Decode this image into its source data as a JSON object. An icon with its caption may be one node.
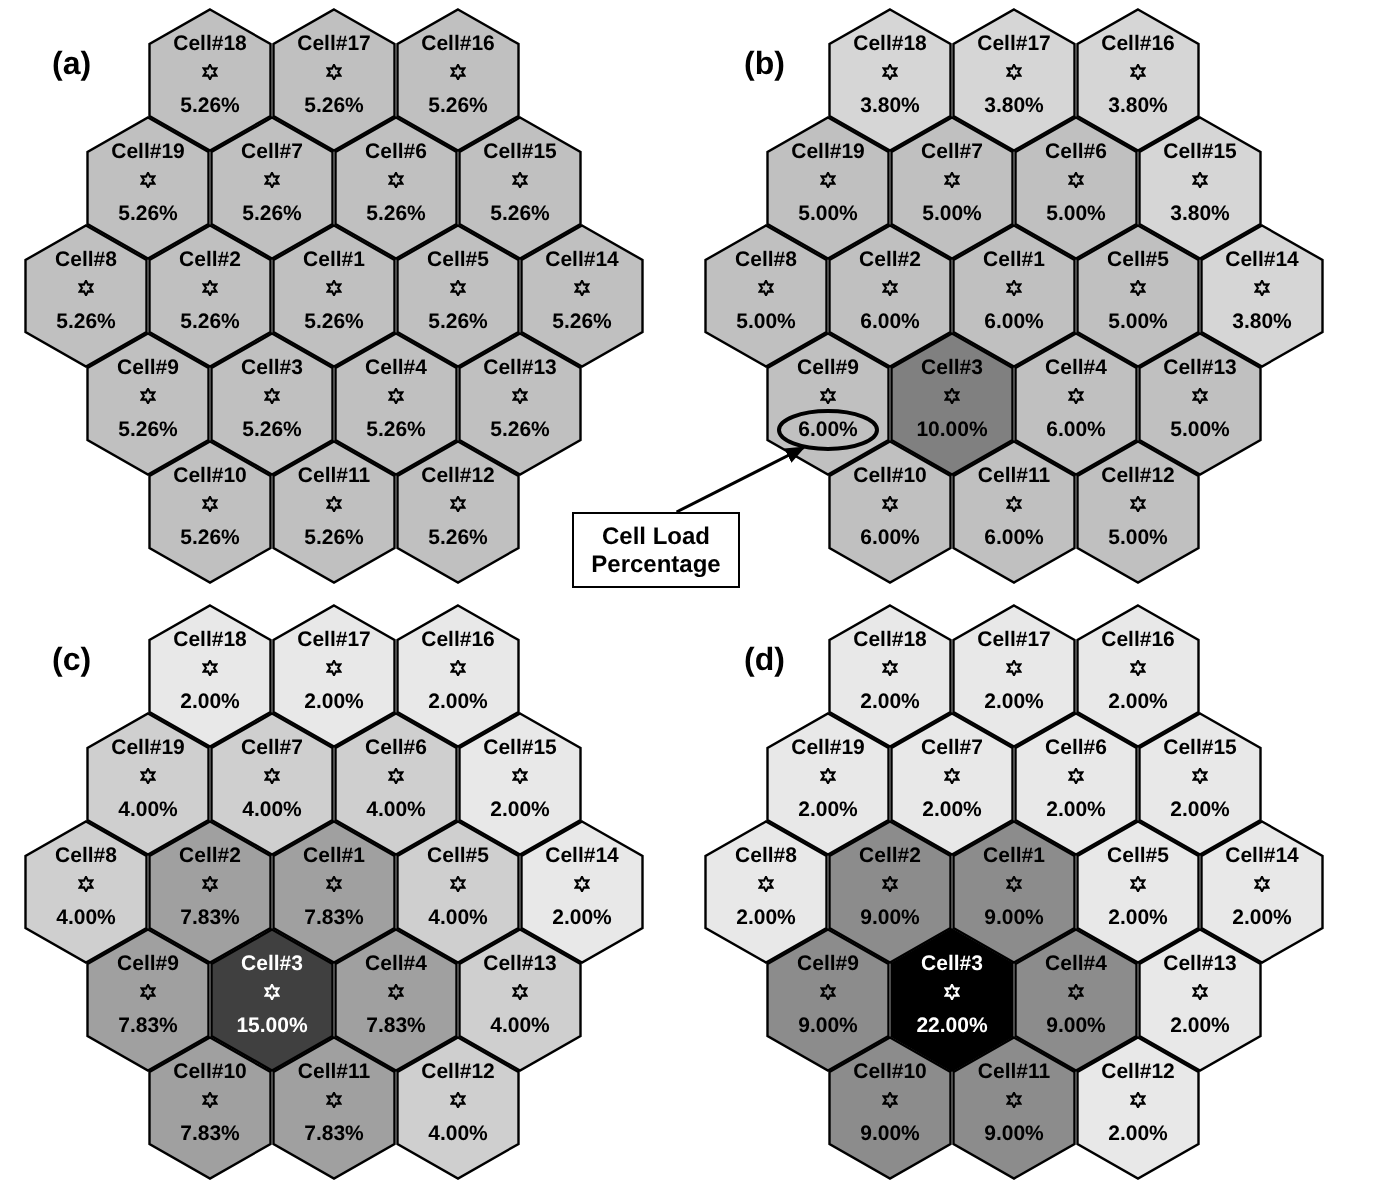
{
  "diagram": {
    "nodes": [
      {
        "text": [
          "Cell#18",
          "5.26%"
        ]
      },
      {
        "text": [
          "Cell#17",
          "5.26%"
        ]
      },
      {
        "text": [
          "Cell#16",
          "5.26%"
        ]
      },
      {
        "text": [
          "Cell#19",
          "5.26%"
        ]
      },
      {
        "text": [
          "Cell#7",
          "5.26%"
        ]
      },
      {
        "text": [
          "Cell#6",
          "5.26%"
        ]
      },
      {
        "text": [
          "Cell#15",
          "5.26%"
        ]
      },
      {
        "text": [
          "Cell#8",
          "5.26%"
        ]
      },
      {
        "text": [
          "Cell#2",
          "5.26%"
        ]
      },
      {
        "text": [
          "Cell#1",
          "5.26%"
        ]
      },
      {
        "text": [
          "Cell#5",
          "5.26%"
        ]
      },
      {
        "text": [
          "Cell#14",
          "5.26%"
        ]
      },
      {
        "text": [
          "Cell#9",
          "5.26%"
        ]
      },
      {
        "text": [
          "Cell#3",
          "5.26%"
        ]
      },
      {
        "text": [
          "Cell#4",
          "5.26%"
        ]
      },
      {
        "text": [
          "Cell#13",
          "5.26%"
        ]
      },
      {
        "text": [
          "Cell#10",
          "5.26%"
        ]
      },
      {
        "text": [
          "Cell#11",
          "5.26%"
        ]
      },
      {
        "text": [
          "Cell#12",
          "5.26%"
        ]
      },
      {
        "text": [
          "Cell#18",
          "3.80%"
        ]
      },
      {
        "text": [
          "Cell#17",
          "3.80%"
        ]
      },
      {
        "text": [
          "Cell#16",
          "3.80%"
        ]
      },
      {
        "text": [
          "Cell#19",
          "5.00%"
        ]
      },
      {
        "text": [
          "Cell#7",
          "5.00%"
        ]
      },
      {
        "text": [
          "Cell#6",
          "5.00%"
        ]
      },
      {
        "text": [
          "Cell#15",
          "3.80%"
        ]
      },
      {
        "text": [
          "Cell#8",
          "5.00%"
        ]
      },
      {
        "text": [
          "Cell#2",
          "6.00%"
        ]
      },
      {
        "text": [
          "Cell#1",
          "6.00%"
        ]
      },
      {
        "text": [
          "Cell#5",
          "5.00%"
        ]
      },
      {
        "text": [
          "Cell#14",
          "3.80%"
        ]
      },
      {
        "text": [
          "Cell#9"
        ]
      },
      {
        "text": [
          "Cell#3",
          "10.00%"
        ]
      },
      {
        "text": [
          "Cell#4",
          "6.00%"
        ]
      },
      {
        "text": [
          "Cell#13",
          "5.00%"
        ]
      },
      {
        "text": [
          "Cell#10",
          "6.00%"
        ]
      },
      {
        "text": [
          "Cell#11",
          "6.00%"
        ]
      },
      {
        "text": [
          "Cell#12",
          "5.00%"
        ]
      },
      {
        "text": [
          "6.00%"
        ],
        "in": 31
      },
      {
        "text": [
          "Cell Load Percentage"
        ]
      },
      {
        "text": [
          "Cell#18",
          "2.00%"
        ]
      },
      {
        "text": [
          "Cell#17",
          "2.00%"
        ]
      },
      {
        "text": [
          "Cell#16",
          "2.00%"
        ]
      },
      {
        "text": [
          "Cell#19",
          "4.00%"
        ]
      },
      {
        "text": [
          "Cell#7",
          "4.00%"
        ]
      },
      {
        "text": [
          "Cell#6",
          "4.00%"
        ]
      },
      {
        "text": [
          "Cell#15",
          "2.00%"
        ]
      },
      {
        "text": [
          "Cell#8",
          "4.00%"
        ]
      },
      {
        "text": [
          "Cell#2",
          "7.83%"
        ]
      },
      {
        "text": [
          "Cell#1",
          "7.83%"
        ]
      },
      {
        "text": [
          "Cell#5",
          "4.00%"
        ]
      },
      {
        "text": [
          "Cell#14",
          "2.00%"
        ]
      },
      {
        "text": [
          "Cell#9",
          "7.83%"
        ]
      },
      {
        "text": [
          "Cell#3",
          "15.00%"
        ]
      },
      {
        "text": [
          "Cell#4",
          "7.83%"
        ]
      },
      {
        "text": [
          "Cell#13",
          "4.00%"
        ]
      },
      {
        "text": [
          "Cell#10",
          "7.83%"
        ]
      },
      {
        "text": [
          "Cell#11",
          "7.83%"
        ]
      },
      {
        "text": [
          "Cell#12",
          "4.00%"
        ]
      },
      {
        "text": [
          "Cell#18",
          "2.00%"
        ]
      },
      {
        "text": [
          "Cell#17",
          "2.00%"
        ]
      },
      {
        "text": [
          "Cell#16",
          "2.00%"
        ]
      },
      {
        "text": [
          "Cell#19",
          "2.00%"
        ]
      },
      {
        "text": [
          "Cell#7",
          "2.00%"
        ]
      },
      {
        "text": [
          "Cell#6",
          "2.00%"
        ]
      },
      {
        "text": [
          "Cell#15",
          "2.00%"
        ]
      },
      {
        "text": [
          "Cell#8",
          "2.00%"
        ]
      },
      {
        "text": [
          "Cell#2",
          "9.00%"
        ]
      },
      {
        "text": [
          "Cell#1",
          "9.00%"
        ]
      },
      {
        "text": [
          "Cell#5",
          "2.00%"
        ]
      },
      {
        "text": [
          "Cell#14",
          "2.00%"
        ]
      },
      {
        "text": [
          "Cell#9",
          "9.00%"
        ]
      },
      {
        "text": [
          "Cell#3",
          "22.00%"
        ]
      },
      {
        "text": [
          "Cell#4",
          "9.00%"
        ]
      },
      {
        "text": [
          "Cell#13",
          "2.00%"
        ]
      },
      {
        "text": [
          "Cell#10",
          "9.00%"
        ]
      },
      {
        "text": [
          "Cell#11",
          "9.00%"
        ]
      },
      {
        "text": [
          "Cell#12",
          "2.00%"
        ]
      }
    ],
    "edges": [
      {
        "from": 39,
        "to": 38,
        "arrow": "to"
      }
    ],
    "labels": [
      "(a)",
      "(b)",
      "(c)",
      "(d)"
    ]
  }
}
